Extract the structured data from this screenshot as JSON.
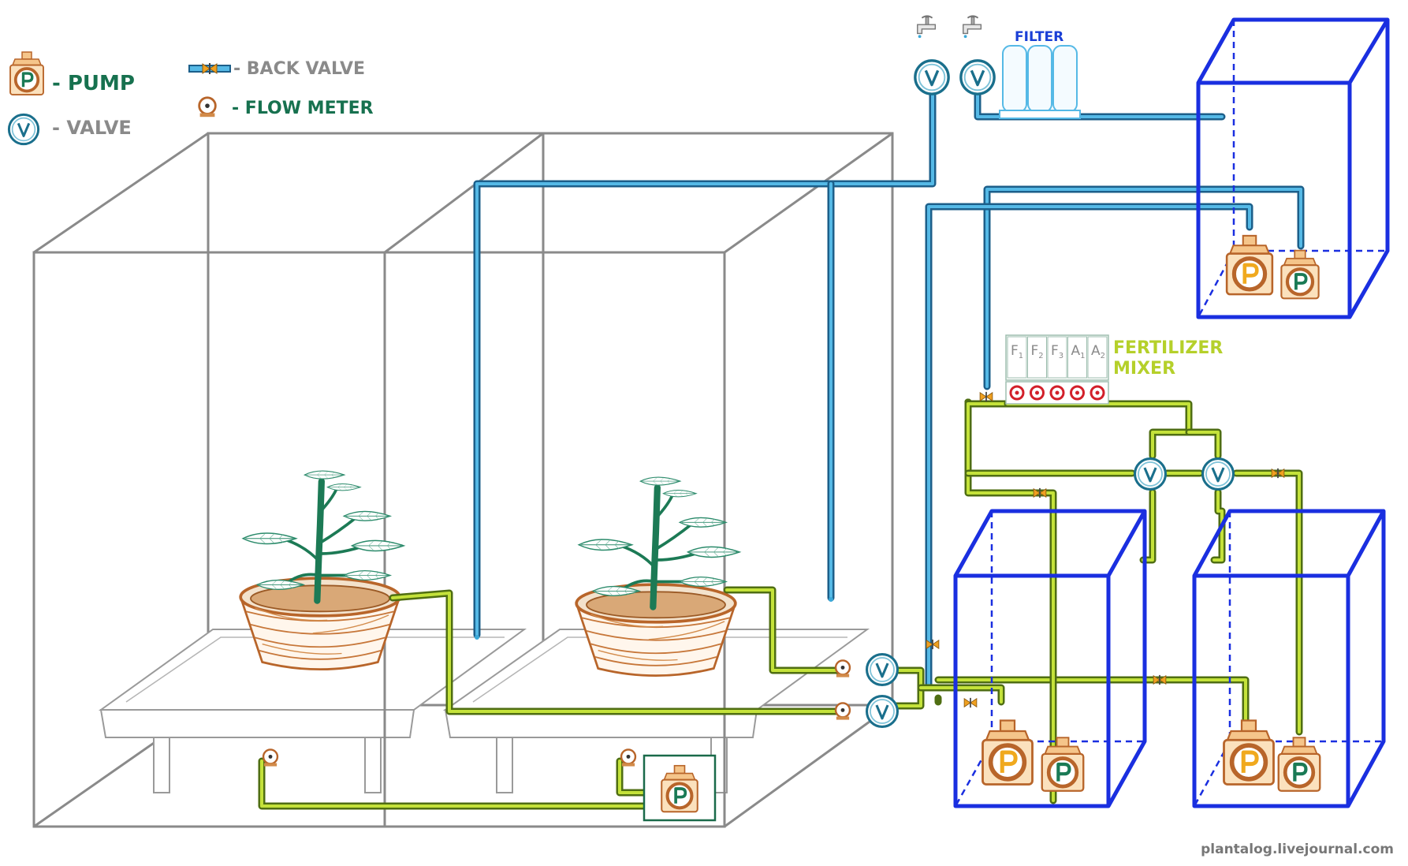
{
  "legend": {
    "pump": "- PUMP",
    "valve": "- VALVE",
    "back_valve": "- BACK VALVE",
    "flow_meter": "- FLOW METER"
  },
  "labels": {
    "filter": "FILTER",
    "fertilizer_mixer_line1": "FERTILIZER",
    "fertilizer_mixer_line2": "MIXER",
    "credit": "plantalog.livejournal.com"
  },
  "mixer_compartments": [
    {
      "letter": "F",
      "sub": "1"
    },
    {
      "letter": "F",
      "sub": "2"
    },
    {
      "letter": "F",
      "sub": "3"
    },
    {
      "letter": "A",
      "sub": "1"
    },
    {
      "letter": "A",
      "sub": "2"
    }
  ],
  "symbols": {
    "pump_letter": "P",
    "valve_letter": "V"
  },
  "colors": {
    "water_pipe": "#55b9e6",
    "nutrient_pipe": "#c4e23a",
    "tank": "#1a2fe0",
    "pump_body": "#b8652a",
    "pump_letter": "#1a7a55",
    "valve": "#1a6f8c",
    "legend_text_green": "#17714f",
    "legend_text_gray": "#8a8a8a",
    "filter_text": "#1a3fd6",
    "mixer_text": "#b5d02a"
  }
}
